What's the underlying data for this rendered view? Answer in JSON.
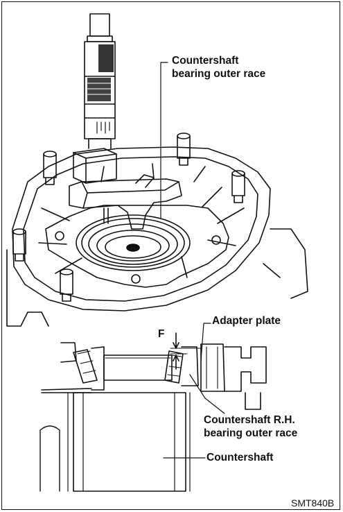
{
  "labels": {
    "countershaft_bearing_outer_race": "Countershaft bearing outer race",
    "countershaft_bearing_outer_race_line1": "Countershaft",
    "countershaft_bearing_outer_race_line2": "bearing outer race",
    "adapter_plate": "Adapter plate",
    "f_dimension": "F",
    "rh_bearing_outer_race_line1": "Countershaft R.H.",
    "rh_bearing_outer_race_line2": "bearing outer race",
    "countershaft": "Countershaft",
    "figure_code": "SMT840B"
  },
  "colors": {
    "ink": "#111111",
    "paper": "#ffffff"
  }
}
